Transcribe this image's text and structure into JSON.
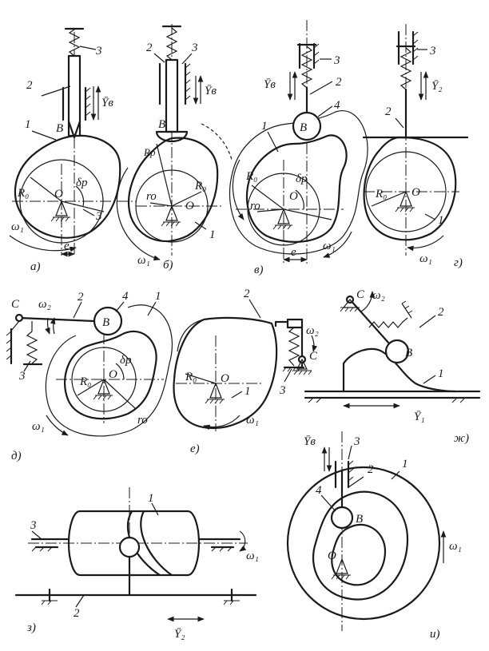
{
  "panels": {
    "a": {
      "caption": "а)",
      "num1": "1",
      "num2": "2",
      "num3": "3",
      "num3b": "3",
      "point": "B",
      "r0": "R₀",
      "o": "O",
      "delta": "δр",
      "v": "Ῡв",
      "omega": "ω₁",
      "e": "e"
    },
    "b": {
      "caption": "б)",
      "num1": "1",
      "num2": "2",
      "num3": "3",
      "point": "B",
      "rr": "Rр",
      "r0": "R₀",
      "rho": "ro",
      "o": "O",
      "v": "Ῡв",
      "omega": "ω₁"
    },
    "v": {
      "caption": "в)",
      "num1": "1",
      "num2": "2",
      "num3": "3",
      "num4": "4",
      "point": "B",
      "r0": "R₀",
      "rho": "ro",
      "o": "O",
      "delta": "δр",
      "v": "Ῡв",
      "omega": "ω₁",
      "e": "e"
    },
    "g": {
      "caption": "г)",
      "num1": "1",
      "num2": "2",
      "num3": "3",
      "r0": "R₀",
      "o": "O",
      "v": "Ῡ₂",
      "omega": "ω₁"
    },
    "d": {
      "caption": "д)",
      "num1": "1",
      "num2": "2",
      "num3": "3",
      "num4": "4",
      "c": "C",
      "point": "B",
      "r0": "R₀",
      "o": "O",
      "delta": "δр",
      "rho": "ro",
      "omega1": "ω₁",
      "omega2": "ω₂"
    },
    "e": {
      "caption": "е)",
      "num1": "1",
      "num2": "2",
      "num3": "3",
      "c": "C",
      "r0": "R₀",
      "o": "O",
      "omega1": "ω₁",
      "omega2": "ω₂"
    },
    "zh": {
      "caption": "ж)",
      "num1": "1",
      "num2": "2",
      "c": "C",
      "point": "B",
      "omega2": "ω₂",
      "v": "Ῡ₁"
    },
    "z": {
      "caption": "з)",
      "num1": "1",
      "num2": "2",
      "num3": "3",
      "omega": "ω₁",
      "v": "Ῡ₂"
    },
    "i": {
      "caption": "и)",
      "num1": "1",
      "num2": "2",
      "num3": "3",
      "num4": "4",
      "point": "B",
      "o": "O",
      "v": "Ῡв",
      "omega": "ω₁"
    }
  }
}
